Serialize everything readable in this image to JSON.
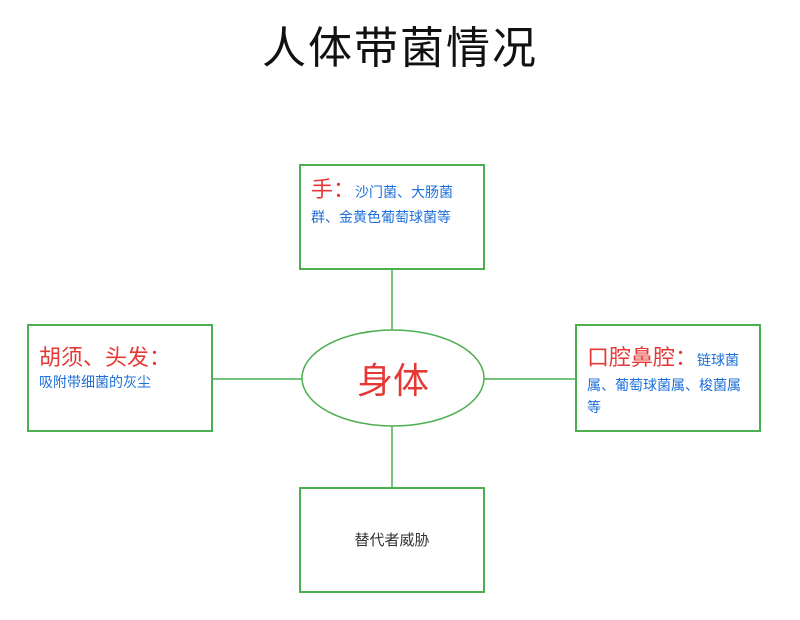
{
  "title": "人体带菌情况",
  "center": {
    "label": "身体"
  },
  "nodes": {
    "top": {
      "label": "手：",
      "desc": "沙门菌、大肠菌群、金黄色葡萄球菌等"
    },
    "left": {
      "label": "胡须、头发：",
      "desc": "吸附带细菌的灰尘"
    },
    "right": {
      "label": "口腔鼻腔：",
      "desc": "链球菌属、葡萄球菌属、梭菌属等"
    },
    "bottom": {
      "text": "替代者威胁"
    }
  },
  "colors": {
    "border": "#4caf50",
    "label": "#e53935",
    "desc": "#1e6fd9"
  }
}
